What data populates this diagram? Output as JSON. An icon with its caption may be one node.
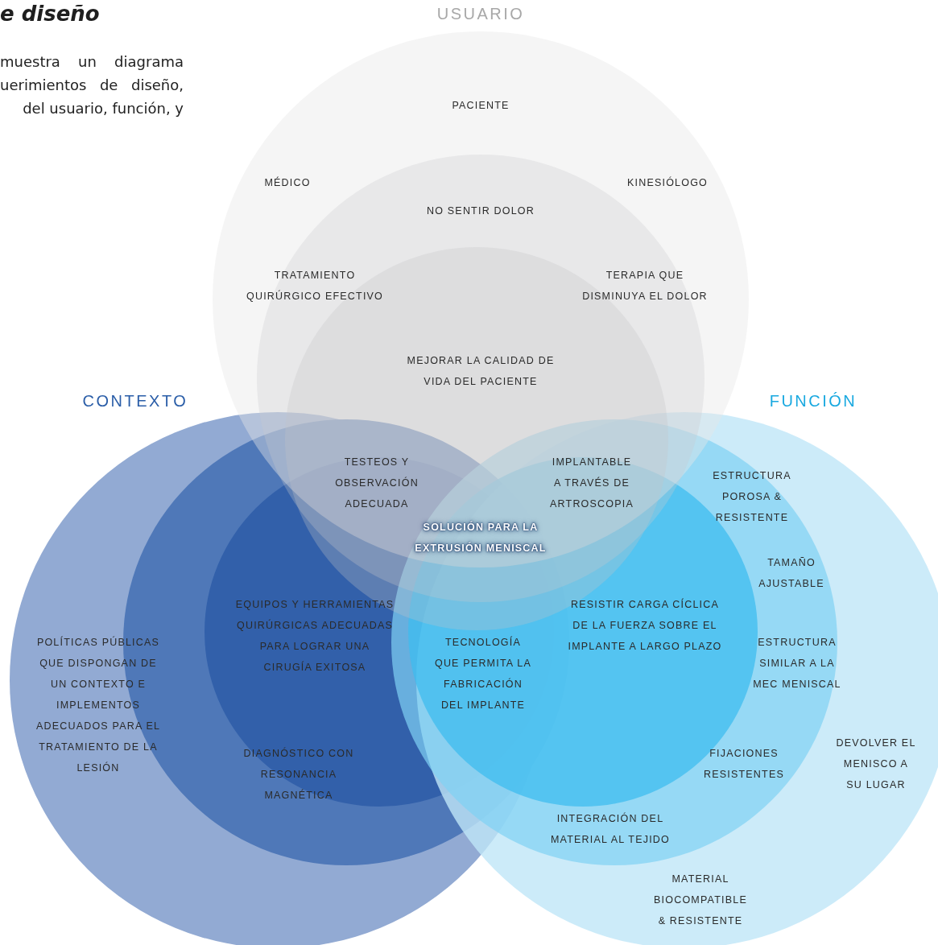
{
  "diagram": {
    "title": "e diseño",
    "nodes": [
      {
        "text": [
          "USUARIO"
        ]
      },
      {
        "text": [
          "CONTEXTO"
        ]
      },
      {
        "text": [
          "FUNCIÓN"
        ]
      }
    ],
    "labels": [
      "muestra un diagrama uerimientos de diseño, del usuario, función, y",
      "PACIENTE",
      "MÉDICO",
      "KINESIÓLOGO",
      "NO SENTIR DOLOR",
      "TRATAMIENTO QUIRÚRGICO EFECTIVO",
      "TERAPIA QUE DISMINUYA EL DOLOR",
      "MEJORAR LA CALIDAD DE VIDA DEL PACIENTE",
      "TESTEOS Y OBSERVACIÓN ADECUADA",
      "IMPLANTABLE A TRAVÉS DE ARTROSCOPIA",
      "ESTRUCTURA POROSA & RESISTENTE",
      "SOLUCIÓN PARA LA EXTRUSIÓN MENISCAL",
      "TAMAÑO AJUSTABLE",
      "EQUIPOS Y HERRAMIENTAS QUIRÚRGICAS ADECUADAS PARA LOGRAR UNA CIRUGÍA EXITOSA",
      "RESISTIR CARGA CÍCLICA DE LA FUERZA SOBRE EL IMPLANTE A LARGO PLAZO",
      "POLÍTICAS PÚBLICAS QUE DISPONGAN DE UN CONTEXTO E IMPLEMENTOS ADECUADOS PARA EL TRATAMIENTO DE LA LESIÓN",
      "TECNOLOGÍA QUE PERMITA LA FABRICACIÓN DEL IMPLANTE",
      "ESTRUCTURA SIMILAR A LA MEC MENISCAL",
      "DIAGNÓSTICO CON RESONANCIA MAGNÉTICA",
      "FIJACIONES RESISTENTES",
      "DEVOLVER EL MENISCO A SU LUGAR",
      "INTEGRACIÓN DEL MATERIAL AL TEJIDO",
      "MATERIAL BIOCOMPATIBLE & RESISTENTE"
    ]
  }
}
